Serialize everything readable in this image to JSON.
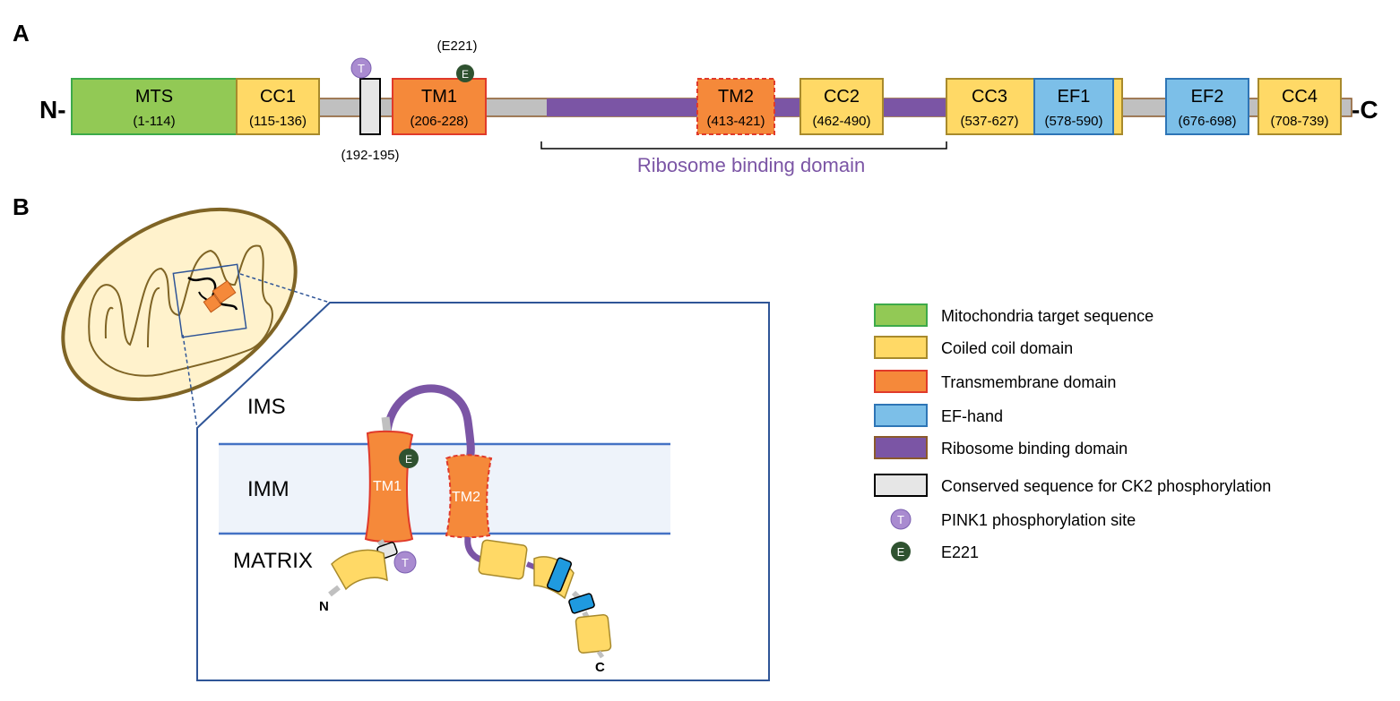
{
  "panels": {
    "a": "A",
    "b": "B"
  },
  "colors": {
    "mts": "#92C955",
    "mts_border": "#3DAA4A",
    "coiled": "#FFD966",
    "coiled_border": "#A88A2C",
    "tm": "#F5893A",
    "tm_border": "#E03A2A",
    "ef": "#7CBFE8",
    "ef_border": "#2E75B6",
    "ribosome": "#7B55A5",
    "linker": "#C0C0C0",
    "backbone_border": "#8B5A2B",
    "ck2": "#E6E6E6",
    "pink1": "#A98BD0",
    "e221": "#2F5230",
    "membrane_fill": "#EEF3FA",
    "membrane_line": "#4472C4",
    "mito_fill": "#FFF2CC",
    "mito_border": "#7F6425"
  },
  "panel_a": {
    "n_term": "N-",
    "c_term": "-C",
    "domains": {
      "mts": {
        "name": "MTS",
        "range": "(1-114)"
      },
      "cc1": {
        "name": "CC1",
        "range": "(115-136)"
      },
      "tm1": {
        "name": "TM1",
        "range": "(206-228)"
      },
      "tm2": {
        "name": "TM2",
        "range": "(413-421)"
      },
      "cc2": {
        "name": "CC2",
        "range": "(462-490)"
      },
      "cc3": {
        "name": "CC3",
        "range": "(537-627)"
      },
      "ef1": {
        "name": "EF1",
        "range": "(578-590)"
      },
      "ef2": {
        "name": "EF2",
        "range": "(676-698)"
      },
      "cc4": {
        "name": "CC4",
        "range": "(708-739)"
      }
    },
    "ck2_range": "(192-195)",
    "e221_label": "(E221)",
    "t_marker": "T",
    "e_marker": "E",
    "ribosome_label": "Ribosome binding domain"
  },
  "panel_b": {
    "ims": "IMS",
    "imm": "IMM",
    "matrix": "MATRIX",
    "tm1": "TM1",
    "tm2": "TM2",
    "n": "N",
    "c": "C",
    "t_marker": "T",
    "e_marker": "E"
  },
  "legend": {
    "mts": "Mitochondria target sequence",
    "coiled": "Coiled coil domain",
    "tm": "Transmembrane domain",
    "ef": "EF-hand",
    "ribosome": "Ribosome binding domain",
    "ck2": "Conserved sequence for CK2 phosphorylation",
    "pink1": "PINK1 phosphorylation site",
    "e221": "E221",
    "t_marker": "T",
    "e_marker": "E"
  }
}
